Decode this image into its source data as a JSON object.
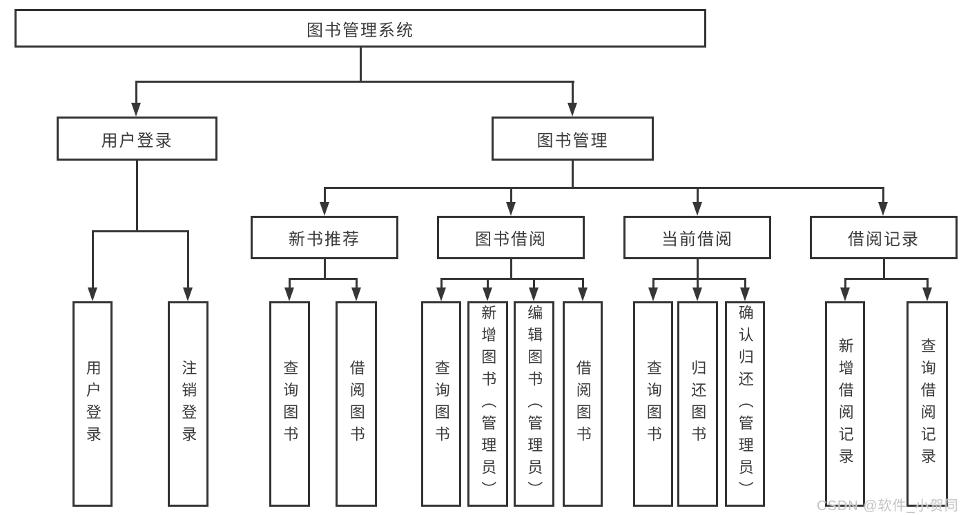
{
  "nodes": {
    "root": "图书管理系统",
    "level2": [
      "用户登录",
      "图书管理"
    ],
    "level3": [
      "新书推荐",
      "图书借阅",
      "当前借阅",
      "借阅记录"
    ],
    "leaves": [
      "用户登录",
      "注销登录",
      "查询图书",
      "借阅图书",
      "查询图书",
      "新增图书（管理员）",
      "编辑图书（管理员）",
      "借阅图书",
      "查询图书",
      "归还图书",
      "确认归还（管理员）",
      "新增借阅记录",
      "查询借阅记录"
    ]
  },
  "watermark": {
    "text": "CSDN @软件_小贺同学"
  },
  "colors": {
    "line": "#363636",
    "box_border": "#333333",
    "text": "#3a3a3a",
    "background": "#ffffff",
    "watermark": "#c3c3c3"
  }
}
